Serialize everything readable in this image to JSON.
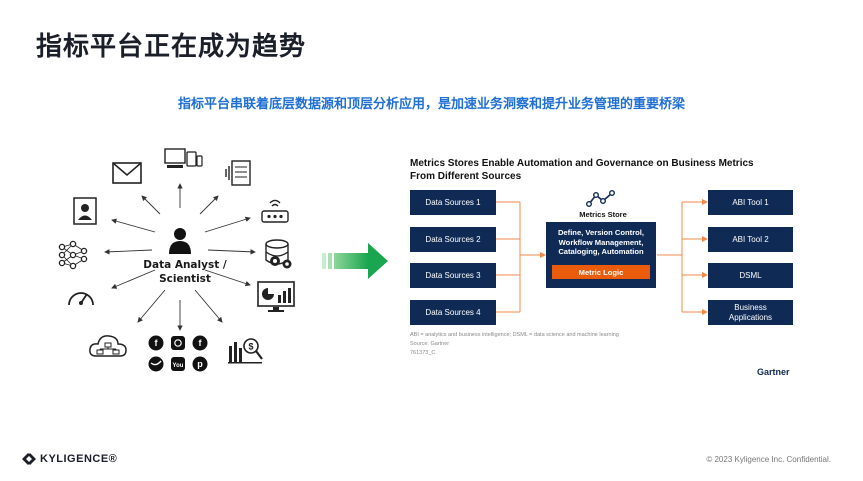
{
  "title": "指标平台正在成为趋势",
  "subtitle": "指标平台串联着底层数据源和顶层分析应用，是加速业务洞察和提升业务管理的重要桥梁",
  "hub": {
    "center_label": "Data Analyst / Scientist",
    "icons": [
      "envelope-icon",
      "devices-icon",
      "server-sound-icon",
      "id-card-icon",
      "router-icon",
      "neural-network-icon",
      "database-gear-icon",
      "speedometer-icon",
      "dashboard-monitor-icon",
      "cloud-network-icon",
      "social-media-icon",
      "finance-chart-icon"
    ]
  },
  "diagram": {
    "title": "Metrics Stores Enable Automation and Governance on Business Metrics From Different Sources",
    "sources": [
      "Data Sources 1",
      "Data Sources 2",
      "Data Sources 3",
      "Data Sources 4"
    ],
    "store_label": "Metrics Store",
    "store_text": "Define, Version Control, Workflow Management, Cataloging, Automation",
    "logic_label": "Metric Logic",
    "outputs": [
      "ABI Tool 1",
      "ABI Tool 2",
      "DSML",
      "Business Applications"
    ],
    "footnote": "ABI = analytics and business intelligence; DSML = data science and machine learning",
    "source_note": "Source: Gartner",
    "code": "761373_C",
    "gartner": "Gartner",
    "colors": {
      "navy": "#0f2a55",
      "orange": "#ea5b0c",
      "connector": "#f08a4b"
    }
  },
  "footer": {
    "brand": "KYLIGENCE®",
    "copyright": "© 2023 Kyligence Inc. Confidential."
  }
}
